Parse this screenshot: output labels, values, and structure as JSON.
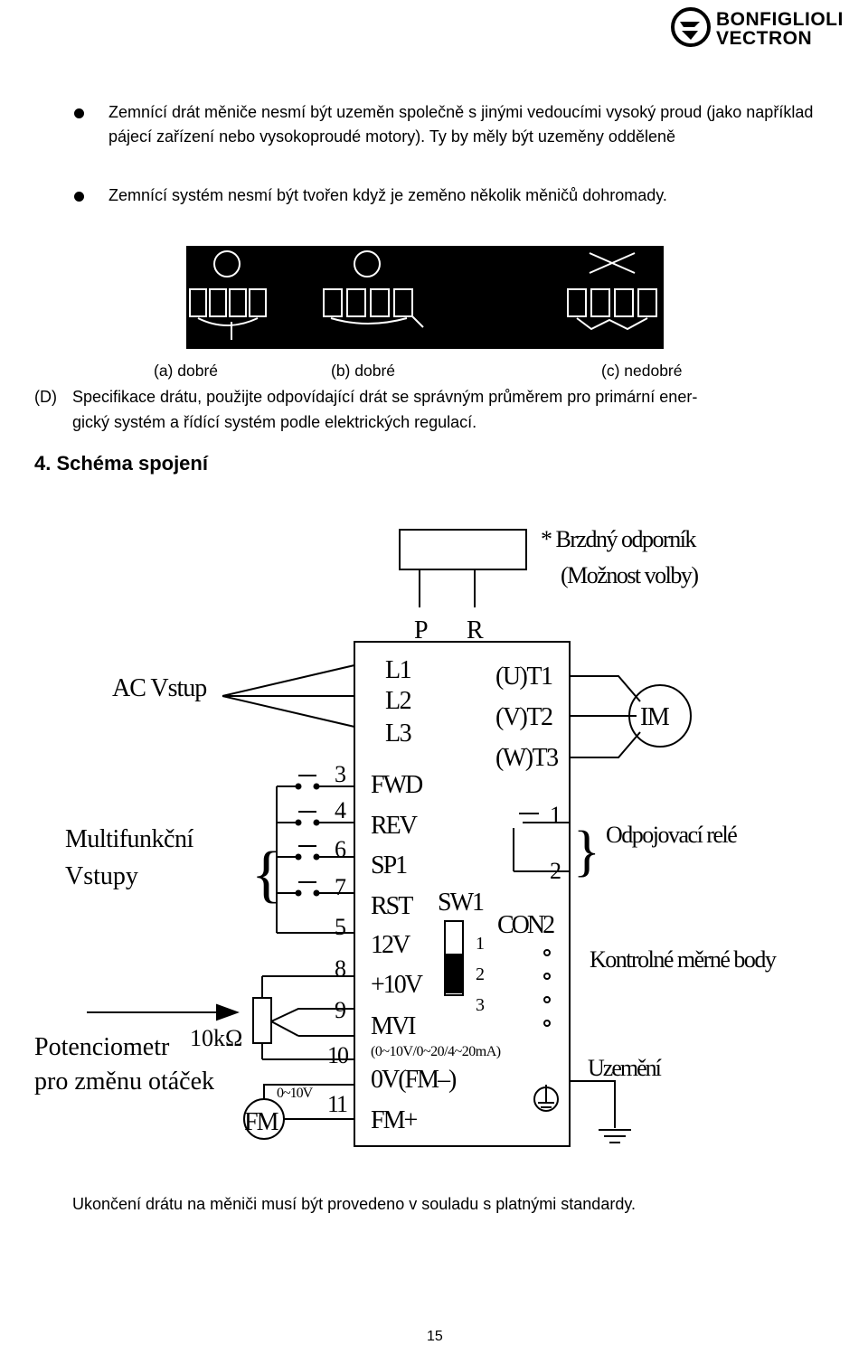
{
  "header": {
    "logo_line1": "BONFIGLIOLI",
    "logo_line2": "VECTRON"
  },
  "bullets": [
    "Zemnící drát měniče nesmí být uzeměn společně s jinými vedoucími vysoký proud (jako například pájecí zařízení nebo vysokoproudé motory). Ty by měly být uzeměny odděleně",
    "Zemnící systém nesmí být tvořen když je zeměno několik měničů dohromady."
  ],
  "grounding_captions": {
    "a": "(a) dobré",
    "b": "(b) dobré",
    "c": "(c) nedobré"
  },
  "paragraph_d": {
    "marker": "(D)",
    "line1": "Specifikace drátu, použijte odpovídající drát se správným průměrem pro primární ener-",
    "line2": "gický systém a řídící systém podle elektrických regulací."
  },
  "section_heading": "4. Schéma spojení",
  "diagram": {
    "brake_resistor_line1": "* Brzdný odporník",
    "brake_resistor_line2": "(Možnost volby)",
    "terminal_p": "P",
    "terminal_r": "R",
    "ac_input": "AC Vstup",
    "l1": "L1",
    "l2": "L2",
    "l3": "L3",
    "t1": "(U)T1",
    "t2": "(V)T2",
    "t3": "(W)T3",
    "motor": "IM",
    "terminal_numbers": [
      "3",
      "4",
      "6",
      "7",
      "5",
      "8",
      "9",
      "10",
      "11"
    ],
    "fwd": "FWD",
    "rev": "REV",
    "sp1": "SP1",
    "rst": "RST",
    "v12": "12V",
    "v10": "+10V",
    "mvi": "MVI",
    "mvi_range": "(0~10V/0~20/4~20mA)",
    "fm_minus": "0V(FM–)",
    "fm_plus": "FM+",
    "sw1": "SW1",
    "sw_pos1": "1",
    "sw_pos2": "2",
    "sw_pos3": "3",
    "con2": "CON2",
    "relay_1": "1",
    "relay_2": "2",
    "relay_label": "Odpojovací relé",
    "multi_line1": "Multifunkční",
    "multi_line2": "Vstupy",
    "measure_points": "Kontrolné měrné body",
    "pot_line1": "Potenciometr",
    "pot_line2": "pro změnu otáček",
    "pot_value": "10kΩ",
    "meter": "FM",
    "meter_range": "0~10V",
    "ground_label": "Uzemění"
  },
  "footer_note": "Ukončení drátu na měniči musí být provedeno v souladu s platnými standardy.",
  "page_number": "15"
}
